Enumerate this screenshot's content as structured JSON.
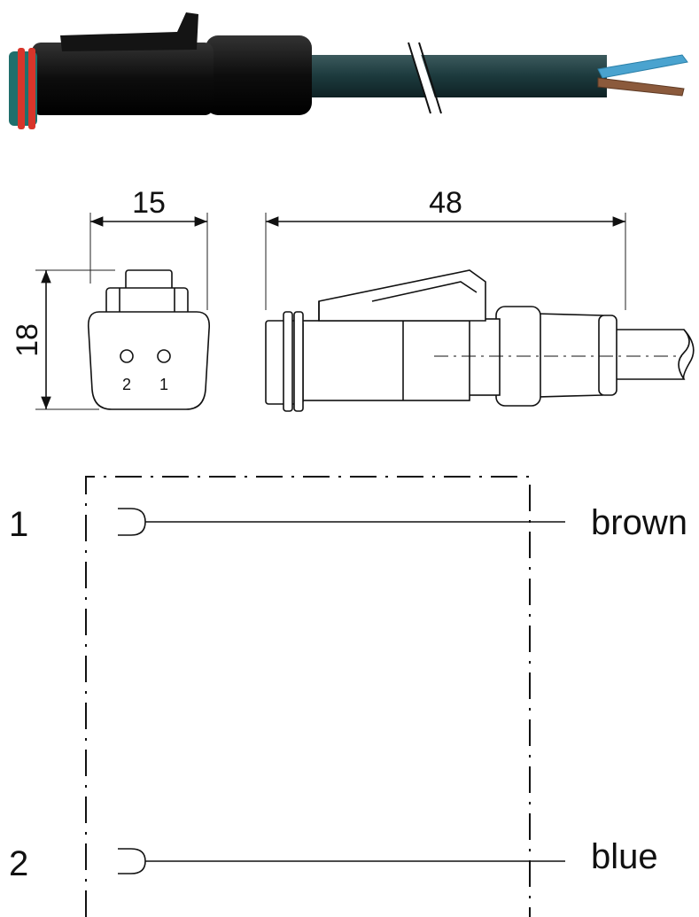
{
  "dimensions": {
    "width": "15",
    "length": "48",
    "height": "18"
  },
  "pins": {
    "left": "2",
    "right": "1"
  },
  "wiring": [
    {
      "pin": "1",
      "color": "brown"
    },
    {
      "pin": "2",
      "color": "blue"
    }
  ],
  "colors": {
    "cable": "#1c3a3d",
    "connector_body": "#0d0d0d",
    "seal_ring": "#d8352a",
    "wire_brown": "#8b5a3c",
    "wire_blue": "#4aa3cf"
  }
}
